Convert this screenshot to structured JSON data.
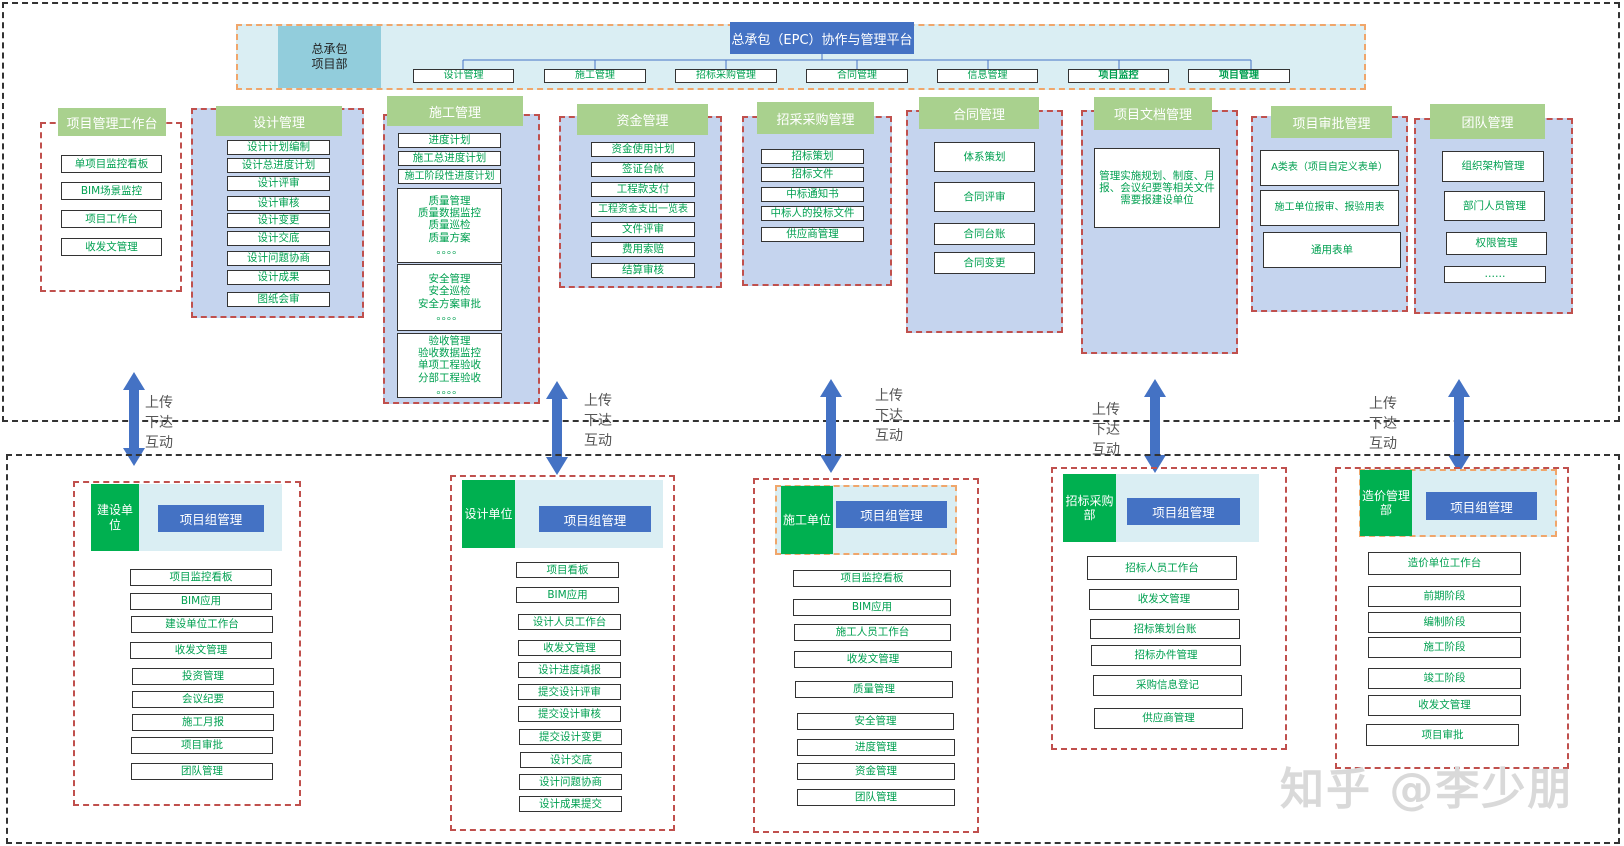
{
  "platform": {
    "title": "总承包（EPC）协作与管理平台",
    "hq_line1": "总承包",
    "hq_line2": "项目部",
    "submodules": [
      "设计管理",
      "施工管理",
      "招标采购管理",
      "合同管理",
      "信息管理",
      "项目监控",
      "项目管理"
    ]
  },
  "modules": {
    "workbench": {
      "title": "项目管理工作台",
      "items": [
        "单项目监控看板",
        "BIM场景监控",
        "项目工作台",
        "收发文管理"
      ]
    },
    "design": {
      "title": "设计管理",
      "items": [
        "设计计划编制",
        "设计总进度计划",
        "设计评审",
        "设计审核",
        "设计变更",
        "设计交底",
        "设计问题协商",
        "设计成果",
        "图纸会审"
      ]
    },
    "construction": {
      "title": "施工管理",
      "items": [
        "进度计划",
        "施工总进度计划",
        "施工阶段性进度计划"
      ],
      "quality": [
        "质量管理",
        "质量数据监控",
        "质量巡检",
        "质量方案",
        "。。。。"
      ],
      "safety": [
        "安全管理",
        "安全巡检",
        "安全方案审批",
        "。。。。"
      ],
      "acceptance": [
        "验收管理",
        "验收数据监控",
        "单项工程验收",
        "分部工程验收",
        "。。。。"
      ]
    },
    "funds": {
      "title": "资金管理",
      "items": [
        "资金使用计划",
        "签证台帐",
        "工程款支付",
        "工程资金支出一览表",
        "文件评审",
        "费用索赔",
        "结算审核"
      ]
    },
    "procurement": {
      "title": "招采采购管理",
      "items": [
        "招标策划",
        "招标文件",
        "中标通知书",
        "中标人的投标文件",
        "供应商管理"
      ]
    },
    "contract": {
      "title": "合同管理",
      "items": [
        "体系策划",
        "合同评审",
        "合同台账",
        "合同变更"
      ]
    },
    "docs": {
      "title": "项目文档管理",
      "text": "管理实施规划、制度、月报、会议纪要等相关文件需要报建设单位"
    },
    "approval": {
      "title": "项目审批管理",
      "items": [
        "A类表（项目自定义表单）",
        "施工单位报审、报验用表",
        "通用表单"
      ]
    },
    "team": {
      "title": "团队管理",
      "items": [
        "组织架构管理",
        "部门人员管理",
        "权限管理",
        "……"
      ]
    }
  },
  "interaction": {
    "line1": "上传",
    "line2": "下达",
    "line3": "互动"
  },
  "units": [
    {
      "name": "建设单位",
      "mgmt": "项目组管理",
      "items": [
        "项目监控看板",
        "BIM应用",
        "建设单位工作台",
        "收发文管理",
        "投资管理",
        "会议纪要",
        "施工月报",
        "项目审批",
        "团队管理"
      ]
    },
    {
      "name": "设计单位",
      "mgmt": "项目组管理",
      "items": [
        "项目看板",
        "BIM应用",
        "设计人员工作台",
        "收发文管理",
        "设计进度填报",
        "提交设计评审",
        "提交设计审核",
        "提交设计变更",
        "设计交底",
        "设计问题协商",
        "设计成果提交"
      ]
    },
    {
      "name": "施工单位",
      "mgmt": "项目组管理",
      "items": [
        "项目监控看板",
        "BIM应用",
        "施工人员工作台",
        "收发文管理",
        "质量管理",
        "安全管理",
        "进度管理",
        "资金管理",
        "团队管理"
      ]
    },
    {
      "name": "招标采购部",
      "mgmt": "项目组管理",
      "items": [
        "招标人员工作台",
        "收发文管理",
        "招标策划台账",
        "招标办件管理",
        "采购信息登记",
        "供应商管理"
      ]
    },
    {
      "name": "造价管理部",
      "mgmt": "项目组管理",
      "items": [
        "造价单位工作台",
        "前期阶段",
        "编制阶段",
        "施工阶段",
        "竣工阶段",
        "收发文管理",
        "项目审批"
      ]
    }
  ],
  "watermark": "知乎 @李少朋",
  "colors": {
    "accent_blue": "#4472c4",
    "module_green": "#a9d18e",
    "unit_green": "#00b050",
    "item_text": "#00a050",
    "panel_blue": "#c5d4ee",
    "dash_red": "#c0504d"
  }
}
